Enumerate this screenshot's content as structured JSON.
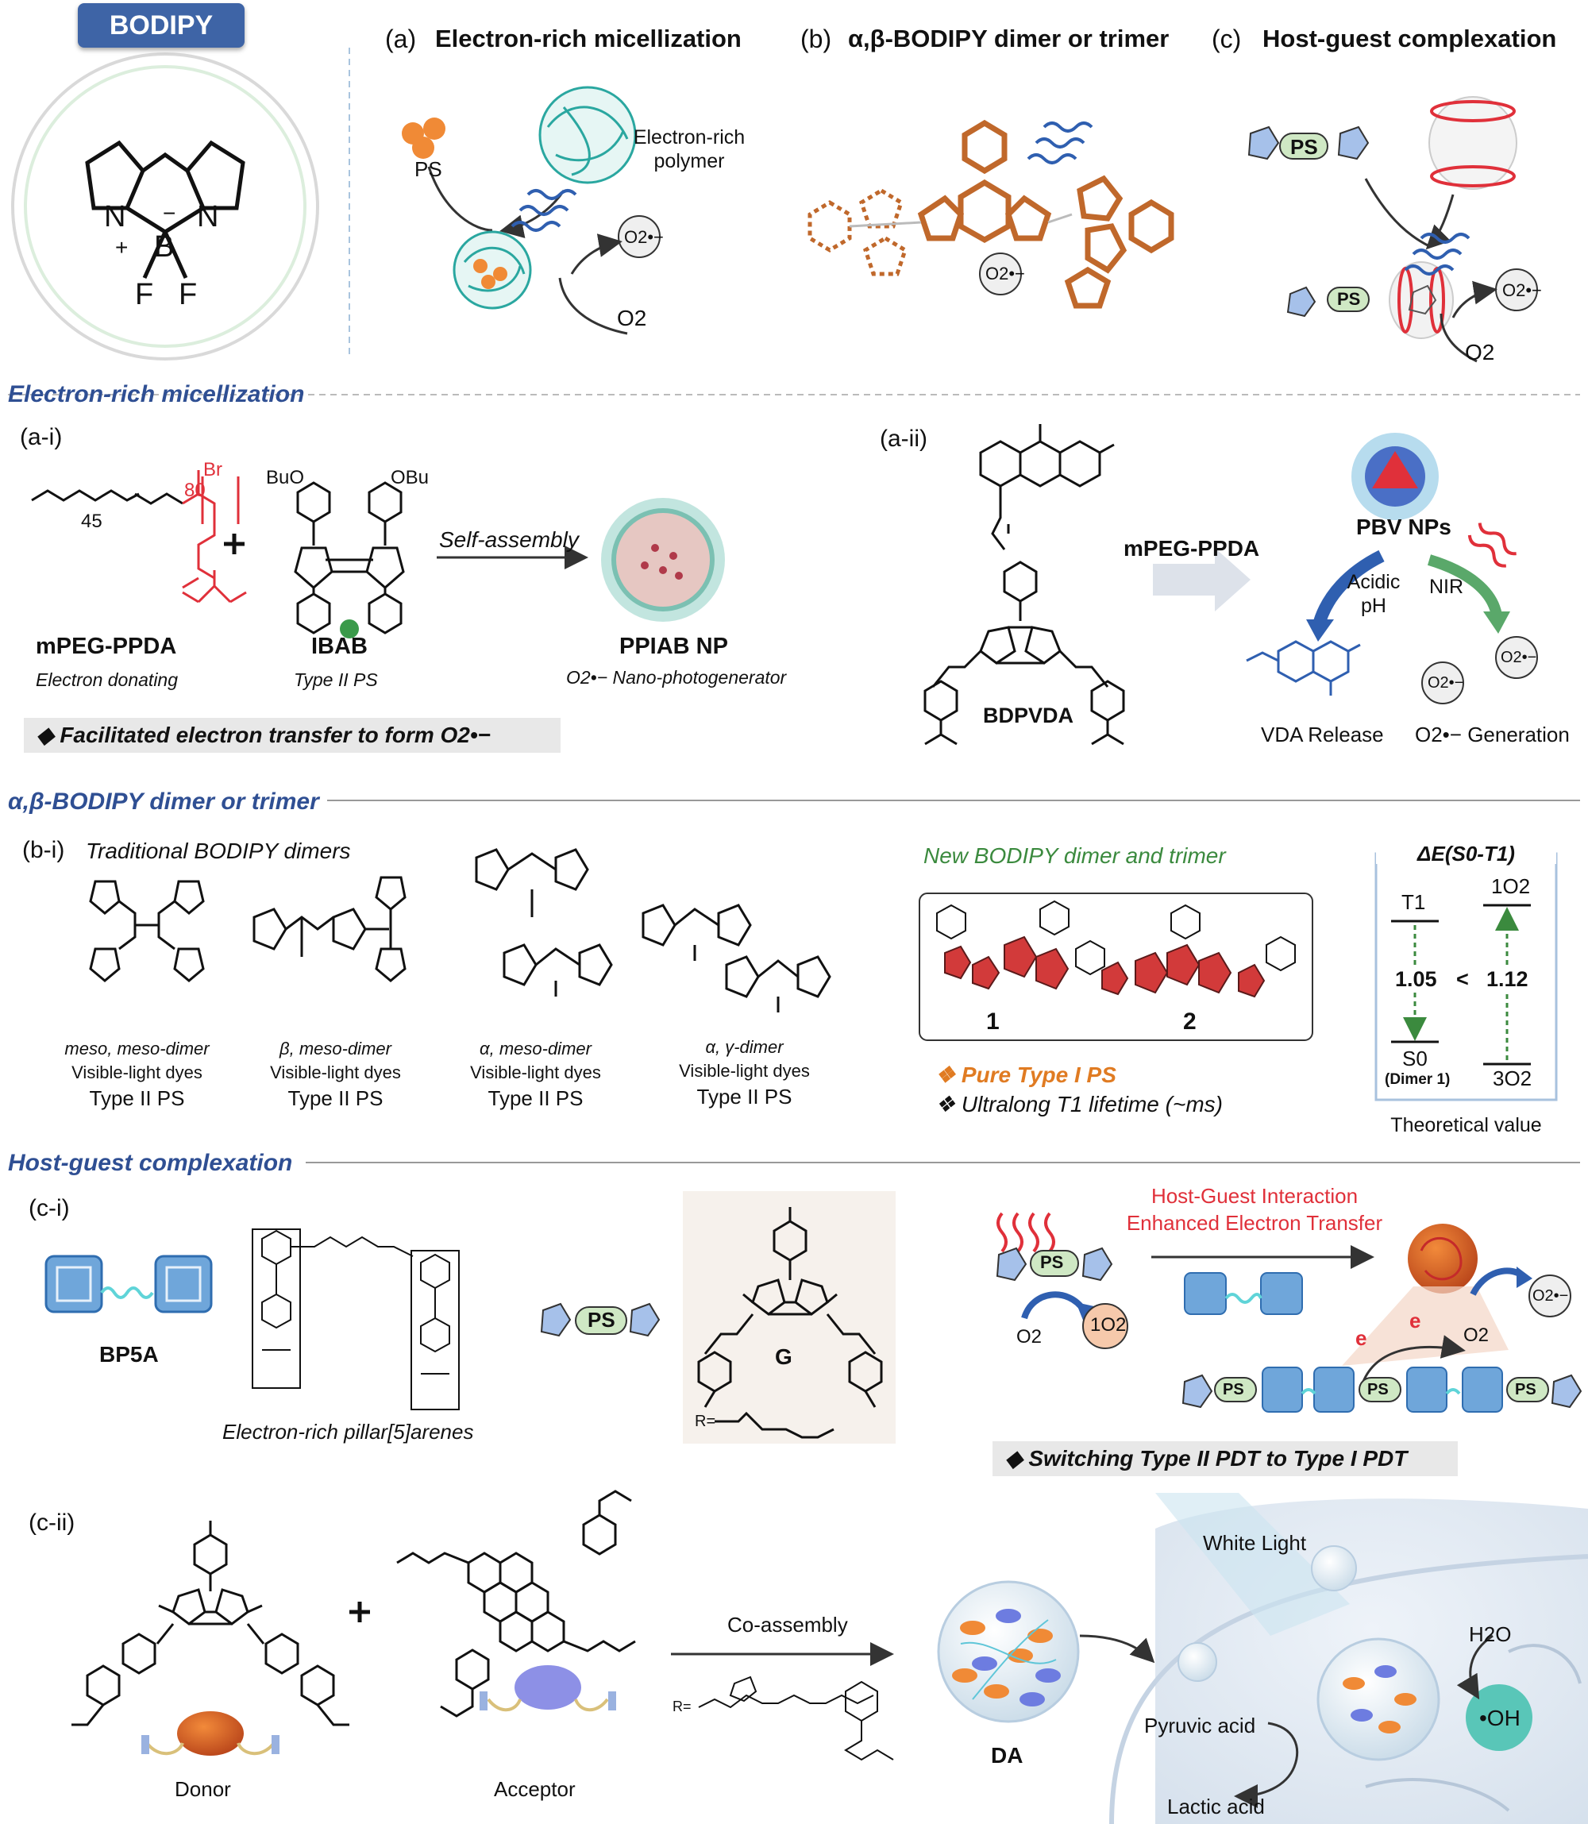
{
  "badge": "BODIPY",
  "bodipy_core": {
    "atoms": [
      "N",
      "N",
      "B",
      "F",
      "F"
    ],
    "charges": [
      "+",
      "−"
    ]
  },
  "panel_a": {
    "label": "(a)",
    "title": "Electron-rich micellization",
    "ps": "PS",
    "polymer": "Electron-rich polymer",
    "superoxide": "O2•−",
    "oxygen": "O2"
  },
  "panel_b": {
    "label": "(b)",
    "title": "α,β-BODIPY dimer or trimer",
    "superoxide": "O2•−"
  },
  "panel_c": {
    "label": "(c)",
    "title": "Host-guest complexation",
    "ps": "PS",
    "superoxide": "O2•−",
    "oxygen": "O2"
  },
  "section1": {
    "heading": "Electron-rich micellization",
    "ai": {
      "label": "(a-i)",
      "mpeg": "mPEG-PPDA",
      "mpeg_sub": "Electron donating",
      "ibab": "IBAB",
      "ibab_sub": "Type II PS",
      "arrow": "Self-assembly",
      "ppiab": "PPIAB NP",
      "ppiab_sub": "O2•− Nano-photogenerator",
      "note": "◆ Facilitated electron transfer to form O2•−",
      "subscripts": [
        "45",
        "80"
      ],
      "substituents": [
        "BuO",
        "OBu",
        "Br"
      ]
    },
    "aii": {
      "label": "(a-ii)",
      "arrow": "mPEG-PPDA",
      "pbv": "PBV NPs",
      "acidic": "Acidic pH",
      "nir": "NIR",
      "vda": "VDA Release",
      "gen": "O2•− Generation",
      "bdpvda": "BDPVDA"
    }
  },
  "section2": {
    "heading": "α,β-BODIPY dimer or trimer",
    "bi": {
      "label": "(b-i)",
      "title": "Traditional BODIPY dimers"
    },
    "dimers": [
      {
        "name": "meso, meso-dimer",
        "dyes": "Visible-light dyes",
        "ps": "Type II PS"
      },
      {
        "name": "β, meso-dimer",
        "dyes": "Visible-light dyes",
        "ps": "Type II PS"
      },
      {
        "name": "α, meso-dimer",
        "dyes": "Visible-light dyes",
        "ps": "Type II PS"
      },
      {
        "name": "α, γ-dimer",
        "dyes": "Visible-light dyes",
        "ps": "Type II PS"
      }
    ],
    "new_title": "New BODIPY dimer and trimer",
    "compound1": "1",
    "compound2": "2",
    "pure": "❖ Pure Type I PS",
    "ultralong": "❖ Ultralong T1 lifetime (~ms)",
    "energy": {
      "title": "ΔE(S0-T1)",
      "t1": "T1",
      "o2_1": "1O2",
      "v1": "1.05",
      "lt": "<",
      "v2": "1.12",
      "s0": "S0",
      "dimer": "(Dimer 1)",
      "o2_3": "3O2",
      "caption": "Theoretical value"
    }
  },
  "section3": {
    "heading": "Host-guest complexation",
    "ci": {
      "label": "(c-i)",
      "bp5a": "BP5A",
      "pillar": "Electron-rich pillar[5]arenes",
      "ps": "PS",
      "g": "G",
      "r": "R=",
      "hg1": "Host-Guest Interaction",
      "hg2": "Enhanced Electron Transfer",
      "o2": "O2",
      "o2_singlet": "1O2",
      "superoxide": "O2•−",
      "e": "e",
      "note": "◆ Switching Type II PDT to Type I PDT"
    },
    "cii": {
      "label": "(c-ii)",
      "donor": "Donor",
      "acceptor": "Acceptor",
      "arrow": "Co-assembly",
      "r": "R=",
      "da": "DA",
      "white": "White Light",
      "h2o": "H2O",
      "pyruvic": "Pyruvic acid",
      "oh": "•OH",
      "lactic": "Lactic acid"
    }
  },
  "colors": {
    "heading": "#2f4f93",
    "badge": "#3e64a6",
    "orange": "#c0682b",
    "teal": "#2aa7a0",
    "red": "#e0303a",
    "blue_wave": "#2f5fb0",
    "green": "#3b8a3e",
    "orange_text": "#e07b22"
  }
}
